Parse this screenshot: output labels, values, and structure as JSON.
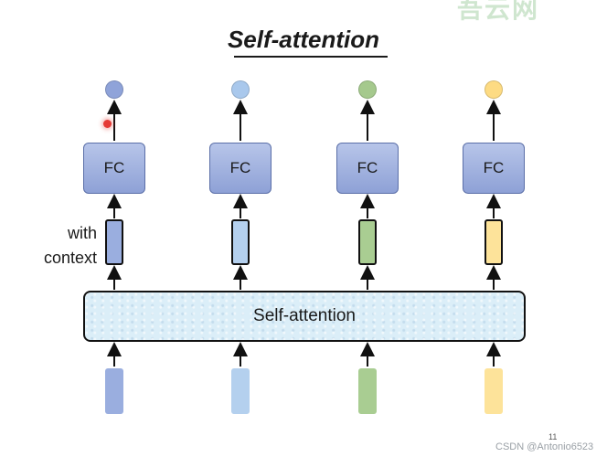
{
  "slide": {
    "title": "Self-attention",
    "self_attention_label": "Self-attention",
    "context_label_line1": "with",
    "context_label_line2": "context",
    "fc_label": "FC",
    "page_number": "11",
    "source_watermark": "CSDN @Antonio6523",
    "top_watermark": "吾云网"
  },
  "columns": [
    {
      "fc": "FC",
      "output_color": "#8fa3d9",
      "context_color": "#9aaedf",
      "input_color": "#9aaedf"
    },
    {
      "fc": "FC",
      "output_color": "#a9c8ec",
      "context_color": "#b4d0ee",
      "input_color": "#b4d0ee"
    },
    {
      "fc": "FC",
      "output_color": "#a5c98d",
      "context_color": "#a9cd92",
      "input_color": "#a9cd92"
    },
    {
      "fc": "FC",
      "output_color": "#fddb83",
      "context_color": "#fde39a",
      "input_color": "#fde39a"
    }
  ]
}
